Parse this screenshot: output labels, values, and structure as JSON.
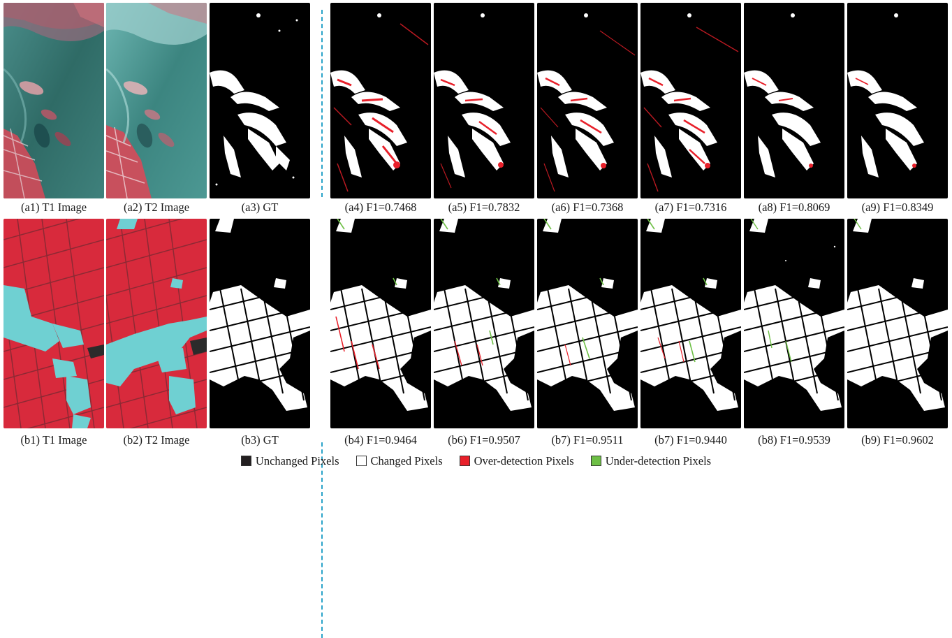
{
  "figure": {
    "row_a": {
      "captions": [
        "(a1) T1 Image",
        "(a2) T2 Image",
        "(a3) GT",
        "(a4) F1=0.7468",
        "(a5) F1=0.7832",
        "(a6) F1=0.7368",
        "(a7) F1=0.7316",
        "(a8) F1=0.8069",
        "(a9) F1=0.8349"
      ]
    },
    "row_b": {
      "captions": [
        "(b1) T1 Image",
        "(b2) T2 Image",
        "(b3) GT",
        "(b4) F1=0.9464",
        "(b6) F1=0.9507",
        "(b7) F1=0.9511",
        "(b7) F1=0.9440",
        "(b8) F1=0.9539",
        "(b9) F1=0.9602"
      ]
    }
  },
  "legend": {
    "items": [
      {
        "label": "Unchanged Pixels",
        "color": "#231f20"
      },
      {
        "label": "Changed Pixels",
        "color": "#ffffff"
      },
      {
        "label": "Over-detection Pixels",
        "color": "#e8202a"
      },
      {
        "label": "Under-detection Pixels",
        "color": "#6dbf45"
      }
    ]
  },
  "colors": {
    "separator": "#2aa3c9",
    "water": "#2f6b66",
    "urban": "#c94a55",
    "field_red": "#d82a3c",
    "field_cyan": "#6fd0d2"
  }
}
